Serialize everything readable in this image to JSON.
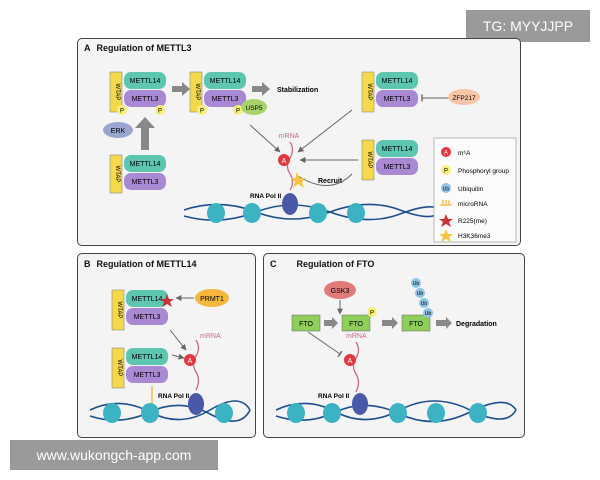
{
  "watermarks": {
    "top": "TG: MYYJJPP",
    "bottom": "www.wukongch-app.com"
  },
  "panels": {
    "a": {
      "letter": "A",
      "title": "Regulation of METTL3"
    },
    "b": {
      "letter": "B",
      "title": "Regulation of METTL14"
    },
    "c": {
      "letter": "C",
      "title": "Regulation of FTO"
    }
  },
  "labels": {
    "wtap": "WTAP",
    "mettl14": "METTL14",
    "mettl3": "METTL3",
    "p": "P",
    "erk": "ERK",
    "usp5": "USP5",
    "stabilization": "Stabilization",
    "zfp217": "ZFP217",
    "mrna": "mRNA",
    "a": "A",
    "recruit": "Recruit",
    "rnapol": "RNA Pol II",
    "prmt1": "PRMT1",
    "gsk3": "GSK3",
    "fto": "FTO",
    "ub": "Ub",
    "degradation": "Degradation"
  },
  "legend": {
    "m6a": "m⁶A",
    "phosphoryl": "Phosphoryl group",
    "ubiquitin": "Ubiquitin",
    "microrna": "microRNA",
    "r225": "R225(me)",
    "h3k36": "H3K36me3"
  },
  "colors": {
    "wtap": "#f5d94a",
    "mettl14": "#5cc6b0",
    "mettl3": "#a88ad4",
    "phos": "#f7f07a",
    "erk": "#9aa6cf",
    "usp5": "#a8d36a",
    "zfp217": "#f7c6a8",
    "m6a": "#e0393e",
    "nucleosome": "#3bb3c3",
    "dna": "#1d4f8c",
    "rnapol": "#4a58a8",
    "mrna": "#c26b8e",
    "prmt1": "#f5b83c",
    "gsk3": "#e37a7a",
    "fto": "#8fce5a",
    "ub": "#8fc4e8",
    "star_red": "#c8333a",
    "star_yellow": "#f5c542",
    "arrow": "#888888"
  }
}
